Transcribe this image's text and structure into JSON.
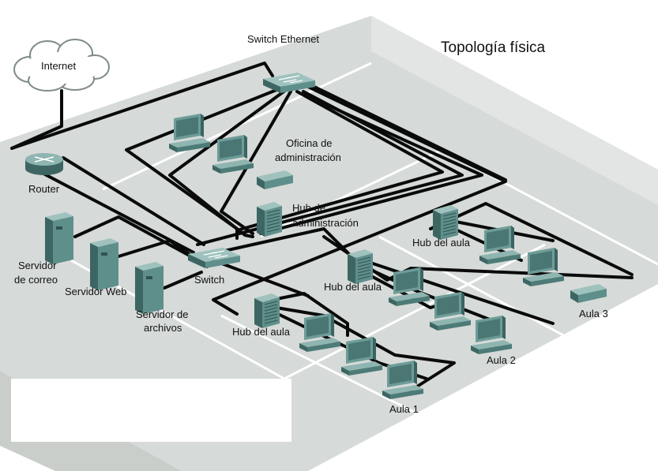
{
  "title": "Topología física",
  "labels": {
    "internet": "Internet",
    "switch_ethernet": "Switch Ethernet",
    "router": "Router",
    "oficina": [
      "Oficina de",
      "administración"
    ],
    "hub_admin": [
      "Hub de",
      "administración"
    ],
    "servidor_correo": [
      "Servidor",
      "de correo"
    ],
    "servidor_web": "Servidor Web",
    "servidor_archivos": [
      "Servidor de",
      "archivos"
    ],
    "switch": "Switch",
    "hub_aula_1": "Hub del aula",
    "hub_aula_2": "Hub del aula",
    "hub_aula_3": "Hub del aula",
    "aula_1": "Aula 1",
    "aula_2": "Aula 2",
    "aula_3": "Aula 3"
  },
  "colors": {
    "floor": "#d6dad8",
    "floor_dark": "#c3c9c6",
    "device_teal": "#5f8f8b",
    "device_light": "#8fb5b1",
    "device_dark": "#3d6663",
    "cable": "#0a0a0a"
  }
}
